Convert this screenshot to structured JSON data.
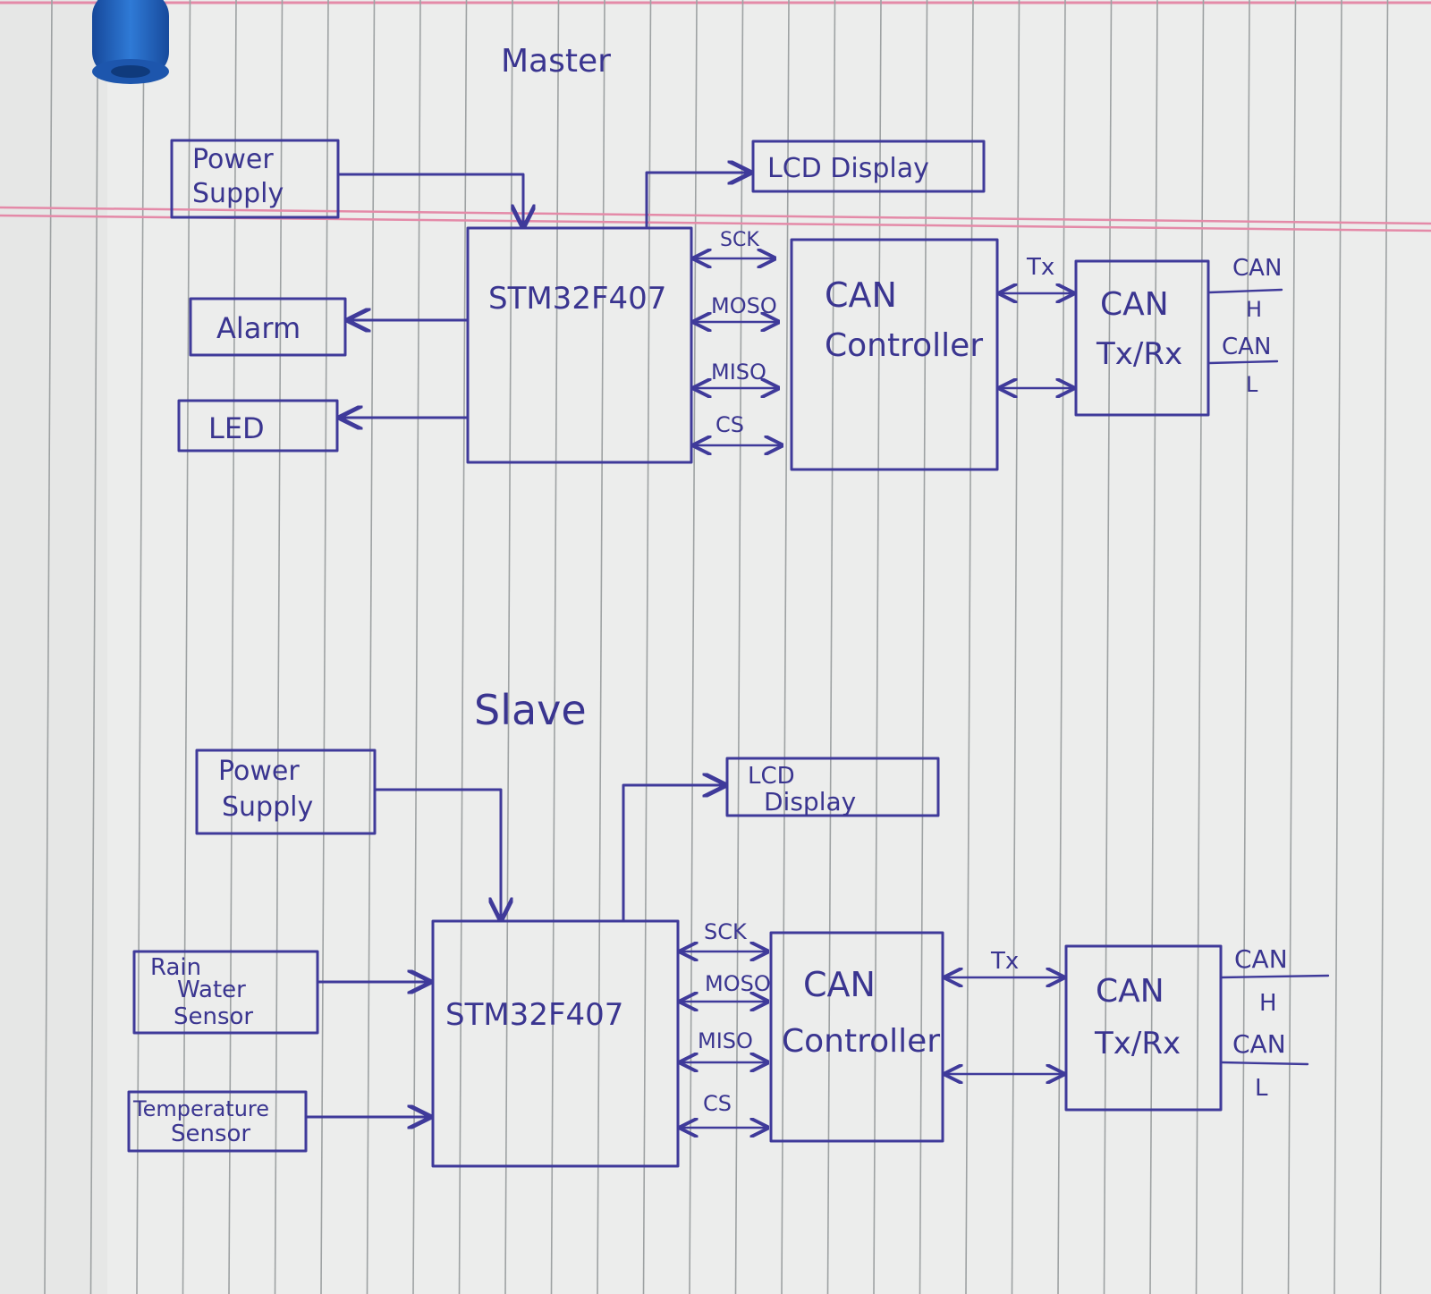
{
  "colors": {
    "paper": "#ecedec",
    "rule": "#9ea2a3",
    "margin_line": "#e48aa8",
    "ink": "#3f3a9a",
    "pen_cap": "#1f5fb8"
  },
  "master": {
    "title": "Master",
    "power_supply": [
      "Power",
      "Supply"
    ],
    "lcd": "LCD Display",
    "mcu": "STM32F407",
    "alarm": "Alarm",
    "led": "LED",
    "spi": {
      "sck": "SCK",
      "mosi": "MOSO",
      "miso": "MISO",
      "cs": "CS"
    },
    "can_controller": [
      "CAN",
      "Controller"
    ],
    "tx": "Tx",
    "transceiver": [
      "CAN",
      "Tx/Rx"
    ],
    "can_h": [
      "CAN",
      "H"
    ],
    "can_l": [
      "CAN",
      "L"
    ]
  },
  "slave": {
    "title": "Slave",
    "power_supply": [
      "Power",
      "Supply"
    ],
    "lcd": [
      "LCD",
      "Display"
    ],
    "mcu": "STM32F407",
    "rain_sensor": [
      "Rain",
      "Water",
      "Sensor"
    ],
    "temp_sensor": [
      "Temperature",
      "Sensor"
    ],
    "spi": {
      "sck": "SCK",
      "mosi": "MOSO",
      "miso": "MISO",
      "cs": "CS"
    },
    "can_controller": [
      "CAN",
      "Controller"
    ],
    "tx": "Tx",
    "transceiver": [
      "CAN",
      "Tx/Rx"
    ],
    "can_h": [
      "CAN",
      "H"
    ],
    "can_l": [
      "CAN",
      "L"
    ]
  }
}
